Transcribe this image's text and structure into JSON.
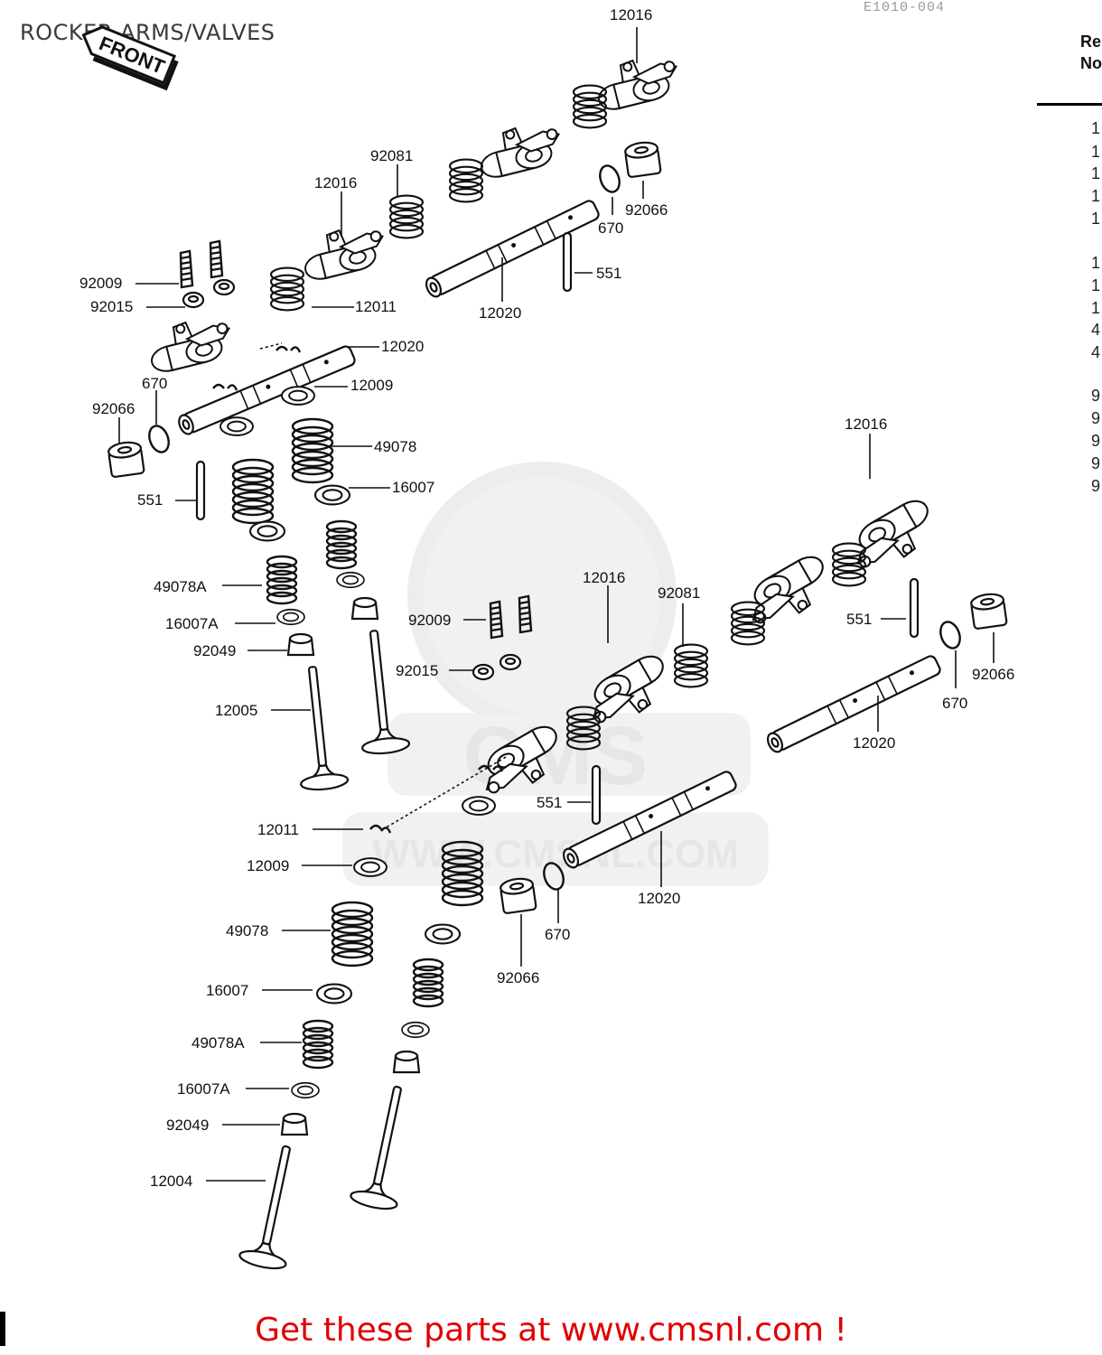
{
  "title": "ROCKER ARMS/VALVES",
  "front_label": "FRONT",
  "top_code": "E1010-004",
  "ref_header": [
    "Re",
    "No"
  ],
  "ref_numbers": [
    "1",
    "1",
    "1",
    "1",
    "1",
    "1",
    "1",
    "1",
    "4",
    "4",
    "9",
    "9",
    "9",
    "9",
    "9"
  ],
  "watermark": "WWW.CMSNL.COM",
  "watermark_logo": "CMS",
  "call_to_action": "Get these parts at www.cmsnl.com !",
  "callouts": [
    {
      "id": "c01",
      "text": "12016"
    },
    {
      "id": "c02",
      "text": "12016"
    },
    {
      "id": "c03",
      "text": "92081"
    },
    {
      "id": "c04",
      "text": "670"
    },
    {
      "id": "c05",
      "text": "92066"
    },
    {
      "id": "c06",
      "text": "551"
    },
    {
      "id": "c07",
      "text": "12020"
    },
    {
      "id": "c08",
      "text": "92009"
    },
    {
      "id": "c09",
      "text": "92015"
    },
    {
      "id": "c10",
      "text": "12011"
    },
    {
      "id": "c11",
      "text": "12020"
    },
    {
      "id": "c12",
      "text": "670"
    },
    {
      "id": "c13",
      "text": "12009"
    },
    {
      "id": "c14",
      "text": "92066"
    },
    {
      "id": "c15",
      "text": "49078"
    },
    {
      "id": "c16",
      "text": "16007"
    },
    {
      "id": "c17",
      "text": "551"
    },
    {
      "id": "c18",
      "text": "49078A"
    },
    {
      "id": "c19",
      "text": "16007A"
    },
    {
      "id": "c20",
      "text": "92049"
    },
    {
      "id": "c21",
      "text": "12005"
    },
    {
      "id": "c22",
      "text": "12016"
    },
    {
      "id": "c23",
      "text": "12016"
    },
    {
      "id": "c24",
      "text": "92081"
    },
    {
      "id": "c25",
      "text": "92009"
    },
    {
      "id": "c26",
      "text": "551"
    },
    {
      "id": "c27",
      "text": "92066"
    },
    {
      "id": "c28",
      "text": "92015"
    },
    {
      "id": "c29",
      "text": "670"
    },
    {
      "id": "c30",
      "text": "12020"
    },
    {
      "id": "c31",
      "text": "551"
    },
    {
      "id": "c32",
      "text": "12011"
    },
    {
      "id": "c33",
      "text": "12009"
    },
    {
      "id": "c34",
      "text": "12020"
    },
    {
      "id": "c35",
      "text": "670"
    },
    {
      "id": "c36",
      "text": "49078"
    },
    {
      "id": "c37",
      "text": "92066"
    },
    {
      "id": "c38",
      "text": "16007"
    },
    {
      "id": "c39",
      "text": "49078A"
    },
    {
      "id": "c40",
      "text": "16007A"
    },
    {
      "id": "c41",
      "text": "92049"
    },
    {
      "id": "c42",
      "text": "12004"
    }
  ]
}
